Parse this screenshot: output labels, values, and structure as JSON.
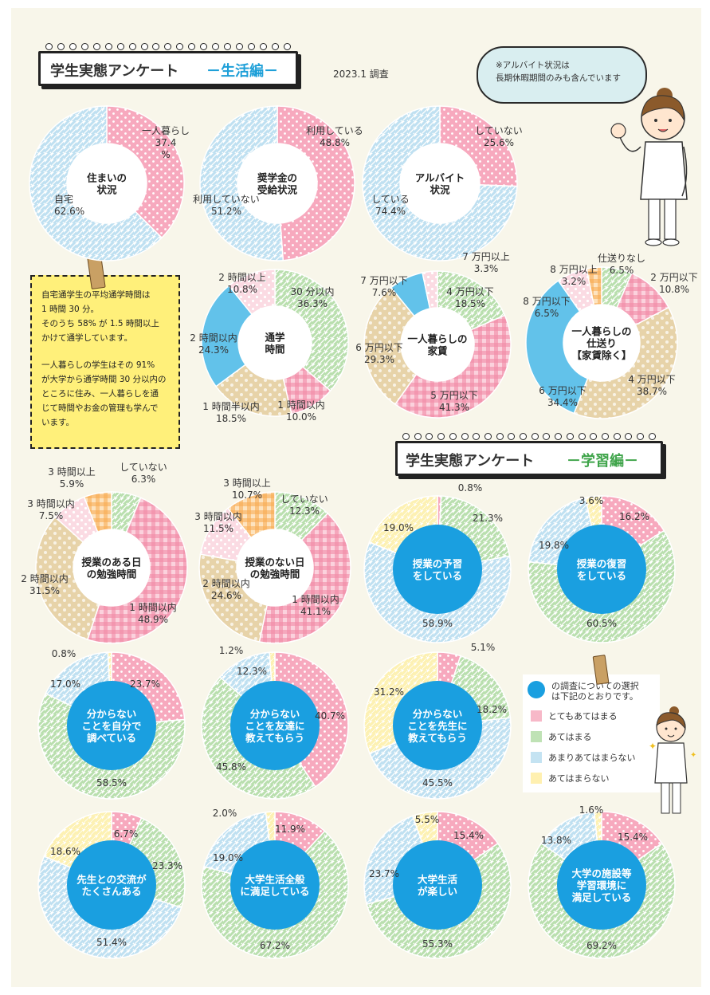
{
  "header_life": {
    "title": "学生実態アンケート",
    "subtitle": "－生活編－"
  },
  "header_study": {
    "title": "学生実態アンケート",
    "subtitle": "－学習編－"
  },
  "survey_date": "2023.1 調査",
  "note": {
    "line1": "※アルバイト状況は",
    "line2": "長期休暇期間のみも含んでいます"
  },
  "memo": {
    "paragraph1": [
      "自宅通学生の平均通学時間は",
      "1 時間 30 分。",
      "そのうち 58% が 1.5 時間以上",
      "かけて通学しています。"
    ],
    "paragraph2": [
      "一人暮らしの学生はその 91%",
      "が大学から通学時間 30 分以内の",
      "ところに住み、一人暮らしを通",
      "じて時間やお金の管理も学んで",
      "います。"
    ]
  },
  "legend": {
    "heading": [
      "の調査についての選択",
      "は下記のとおりです。"
    ],
    "items": [
      {
        "label": "とてもあてはまる",
        "color": "#f7b8c8"
      },
      {
        "label": "あてはまる",
        "color": "#bfe2b5"
      },
      {
        "label": "あまりあてはまらない",
        "color": "#c4e3f2"
      },
      {
        "label": "あてはまらない",
        "color": "#fff0b0"
      }
    ]
  },
  "colors": {
    "pink": "#f7a9be",
    "green": "#b9dfae",
    "blue": "#bfe0f1",
    "yellow": "#fdf1b3",
    "sky": "#62c2ea",
    "tan": "#e7d3a9",
    "center_blue": "#1a9fe0"
  },
  "chart_data": [
    {
      "id": "c1",
      "type": "pie",
      "title": [
        "住まいの",
        "状況"
      ],
      "slices": [
        {
          "label": [
            "一人暮らし",
            "37.4",
            "%"
          ],
          "value": 37.4,
          "pattern": "pink_dots"
        },
        {
          "label": [
            "自宅",
            "62.6%"
          ],
          "value": 62.6,
          "pattern": "blue_stripes"
        }
      ]
    },
    {
      "id": "c2",
      "type": "pie",
      "title": [
        "奨学金の",
        "受給状況"
      ],
      "slices": [
        {
          "label": [
            "利用している",
            "48.8%"
          ],
          "value": 48.8,
          "pattern": "pink_dots"
        },
        {
          "label": [
            "利用していない",
            "51.2%"
          ],
          "value": 51.2,
          "pattern": "blue_stripes"
        }
      ]
    },
    {
      "id": "c3",
      "type": "pie",
      "title": [
        "アルバイト",
        "状況"
      ],
      "slices": [
        {
          "label": [
            "していない",
            "25.6%"
          ],
          "value": 25.6,
          "pattern": "pink_dots"
        },
        {
          "label": [
            "している",
            "74.4%"
          ],
          "value": 74.4,
          "pattern": "blue_stripes"
        }
      ]
    },
    {
      "id": "c4",
      "type": "pie",
      "title": [
        "通学",
        "時間"
      ],
      "slices": [
        {
          "label": [
            "30 分以内",
            "36.3%"
          ],
          "value": 36.3,
          "pattern": "green_stripes"
        },
        {
          "label": [
            "1 時間以内",
            "10.0%"
          ],
          "value": 10.0,
          "pattern": "pink_check"
        },
        {
          "label": [
            "1 時間半以内",
            "18.5%"
          ],
          "value": 18.5,
          "pattern": "tan_dots"
        },
        {
          "label": [
            "2 時間以内",
            "24.3%"
          ],
          "value": 24.3,
          "pattern": "sky"
        },
        {
          "label": [
            "2 時間以上",
            "10.8%"
          ],
          "value": 10.8,
          "pattern": "pink_dots_light"
        }
      ]
    },
    {
      "id": "c5",
      "type": "pie",
      "title": [
        "一人暮らしの",
        "家賃"
      ],
      "slices": [
        {
          "label": [
            "4 万円以下",
            "18.5%"
          ],
          "value": 18.5,
          "pattern": "green_stripes"
        },
        {
          "label": [
            "5 万円以下",
            "41.3%"
          ],
          "value": 41.3,
          "pattern": "pink_check"
        },
        {
          "label": [
            "6 万円以下",
            "29.3%"
          ],
          "value": 29.3,
          "pattern": "tan_dots"
        },
        {
          "label": [
            "7 万円以下",
            "7.6%"
          ],
          "value": 7.6,
          "pattern": "sky"
        },
        {
          "label": [
            "7 万円以上",
            "3.3%"
          ],
          "value": 3.3,
          "pattern": "pink_dots_light"
        }
      ]
    },
    {
      "id": "c6",
      "type": "pie",
      "title": [
        "一人暮らしの",
        "仕送り",
        "【家賃除く】"
      ],
      "slices": [
        {
          "label": [
            "仕送りなし",
            "6.5%"
          ],
          "value": 6.5,
          "pattern": "green_stripes"
        },
        {
          "label": [
            "2 万円以下",
            "10.8%"
          ],
          "value": 10.8,
          "pattern": "pink_check"
        },
        {
          "label": [
            "4 万円以下",
            "38.7%"
          ],
          "value": 38.7,
          "pattern": "tan_dots"
        },
        {
          "label": [
            "6 万円以下",
            "34.4%"
          ],
          "value": 34.4,
          "pattern": "sky"
        },
        {
          "label": [
            "8 万円以下",
            "6.5%"
          ],
          "value": 6.5,
          "pattern": "pink_dots_light"
        },
        {
          "label": [
            "8 万円以上",
            "3.2%"
          ],
          "value": 3.2,
          "pattern": "orange_check"
        }
      ]
    },
    {
      "id": "c7",
      "type": "pie",
      "title": [
        "授業のある日",
        "の勉強時間"
      ],
      "slices": [
        {
          "label": [
            "していない",
            "6.3%"
          ],
          "value": 6.3,
          "pattern": "green_stripes"
        },
        {
          "label": [
            "1 時間以内",
            "48.9%"
          ],
          "value": 48.9,
          "pattern": "pink_check"
        },
        {
          "label": [
            "2 時間以内",
            "31.5%"
          ],
          "value": 31.5,
          "pattern": "tan_dots"
        },
        {
          "label": [
            "3 時間以内",
            "7.5%"
          ],
          "value": 7.5,
          "pattern": "pink_dots_light"
        },
        {
          "label": [
            "3 時間以上",
            "5.9%"
          ],
          "value": 5.9,
          "pattern": "orange_check"
        }
      ]
    },
    {
      "id": "c8",
      "type": "pie",
      "title": [
        "授業のない日",
        "の勉強時間"
      ],
      "slices": [
        {
          "label": [
            "していない",
            "12.3%"
          ],
          "value": 12.3,
          "pattern": "green_stripes"
        },
        {
          "label": [
            "1 時間以内",
            "41.1%"
          ],
          "value": 41.1,
          "pattern": "pink_check"
        },
        {
          "label": [
            "2 時間以内",
            "24.6%"
          ],
          "value": 24.6,
          "pattern": "tan_dots"
        },
        {
          "label": [
            "3 時間以内",
            "11.5%"
          ],
          "value": 11.5,
          "pattern": "pink_dots_light"
        },
        {
          "label": [
            "3 時間以上",
            "10.7%"
          ],
          "value": 10.7,
          "pattern": "orange_check"
        }
      ]
    },
    {
      "id": "c9",
      "type": "pie",
      "title": [
        "授業の予習",
        "をしている"
      ],
      "slices": [
        {
          "label": [
            "0.8%"
          ],
          "value": 0.8,
          "pattern": "pink_dots"
        },
        {
          "label": [
            "21.3%"
          ],
          "value": 21.3,
          "pattern": "green_stripes"
        },
        {
          "label": [
            "58.9%"
          ],
          "value": 58.9,
          "pattern": "blue_stripes"
        },
        {
          "label": [
            "19.0%"
          ],
          "value": 19.0,
          "pattern": "yellow_stripes"
        }
      ]
    },
    {
      "id": "c10",
      "type": "pie",
      "title": [
        "授業の復習",
        "をしている"
      ],
      "slices": [
        {
          "label": [
            "16.2%"
          ],
          "value": 16.2,
          "pattern": "pink_dots"
        },
        {
          "label": [
            "60.5%"
          ],
          "value": 60.5,
          "pattern": "green_stripes"
        },
        {
          "label": [
            "19.8%"
          ],
          "value": 19.8,
          "pattern": "blue_stripes"
        },
        {
          "label": [
            "3.6%"
          ],
          "value": 3.6,
          "pattern": "yellow_stripes"
        }
      ]
    },
    {
      "id": "c11",
      "type": "pie",
      "title": [
        "分からない",
        "ことを自分で",
        "調べている"
      ],
      "slices": [
        {
          "label": [
            "23.7%"
          ],
          "value": 23.7,
          "pattern": "pink_dots"
        },
        {
          "label": [
            "58.5%"
          ],
          "value": 58.5,
          "pattern": "green_stripes"
        },
        {
          "label": [
            "17.0%"
          ],
          "value": 17.0,
          "pattern": "blue_stripes"
        },
        {
          "label": [
            "0.8%"
          ],
          "value": 0.8,
          "pattern": "yellow_stripes"
        }
      ]
    },
    {
      "id": "c12",
      "type": "pie",
      "title": [
        "分からない",
        "ことを友達に",
        "教えてもらう"
      ],
      "slices": [
        {
          "label": [
            "40.7%"
          ],
          "value": 40.7,
          "pattern": "pink_dots"
        },
        {
          "label": [
            "45.8%"
          ],
          "value": 45.8,
          "pattern": "green_stripes"
        },
        {
          "label": [
            "12.3%"
          ],
          "value": 12.3,
          "pattern": "blue_stripes"
        },
        {
          "label": [
            "1.2%"
          ],
          "value": 1.2,
          "pattern": "yellow_stripes"
        }
      ]
    },
    {
      "id": "c13",
      "type": "pie",
      "title": [
        "分からない",
        "ことを先生に",
        "教えてもらう"
      ],
      "slices": [
        {
          "label": [
            "5.1%"
          ],
          "value": 5.1,
          "pattern": "pink_dots"
        },
        {
          "label": [
            "18.2%"
          ],
          "value": 18.2,
          "pattern": "green_stripes"
        },
        {
          "label": [
            "45.5%"
          ],
          "value": 45.5,
          "pattern": "blue_stripes"
        },
        {
          "label": [
            "31.2%"
          ],
          "value": 31.2,
          "pattern": "yellow_stripes"
        }
      ]
    },
    {
      "id": "c14",
      "type": "pie",
      "title": [
        "先生との交流が",
        "たくさんある"
      ],
      "slices": [
        {
          "label": [
            "6.7%"
          ],
          "value": 6.7,
          "pattern": "pink_dots"
        },
        {
          "label": [
            "23.3%"
          ],
          "value": 23.3,
          "pattern": "green_stripes"
        },
        {
          "label": [
            "51.4%"
          ],
          "value": 51.4,
          "pattern": "blue_stripes"
        },
        {
          "label": [
            "18.6%"
          ],
          "value": 18.6,
          "pattern": "yellow_stripes"
        }
      ]
    },
    {
      "id": "c15",
      "type": "pie",
      "title": [
        "大学生活全般",
        "に満足している"
      ],
      "slices": [
        {
          "label": [
            "11.9%"
          ],
          "value": 11.9,
          "pattern": "pink_dots"
        },
        {
          "label": [
            "67.2%"
          ],
          "value": 67.2,
          "pattern": "green_stripes"
        },
        {
          "label": [
            "19.0%"
          ],
          "value": 19.0,
          "pattern": "blue_stripes"
        },
        {
          "label": [
            "2.0%"
          ],
          "value": 2.0,
          "pattern": "yellow_stripes"
        }
      ]
    },
    {
      "id": "c16",
      "type": "pie",
      "title": [
        "大学生活",
        "が楽しい"
      ],
      "slices": [
        {
          "label": [
            "15.4%"
          ],
          "value": 15.4,
          "pattern": "pink_dots"
        },
        {
          "label": [
            "55.3%"
          ],
          "value": 55.3,
          "pattern": "green_stripes"
        },
        {
          "label": [
            "23.7%"
          ],
          "value": 23.7,
          "pattern": "blue_stripes"
        },
        {
          "label": [
            "5.5%"
          ],
          "value": 5.5,
          "pattern": "yellow_stripes"
        }
      ]
    },
    {
      "id": "c17",
      "type": "pie",
      "title": [
        "大学の施設等",
        "学習環境に",
        "満足している"
      ],
      "slices": [
        {
          "label": [
            "15.4%"
          ],
          "value": 15.4,
          "pattern": "pink_dots"
        },
        {
          "label": [
            "69.2%"
          ],
          "value": 69.2,
          "pattern": "green_stripes"
        },
        {
          "label": [
            "13.8%"
          ],
          "value": 13.8,
          "pattern": "blue_stripes"
        },
        {
          "label": [
            "1.6%"
          ],
          "value": 1.6,
          "pattern": "yellow_stripes"
        }
      ]
    }
  ]
}
